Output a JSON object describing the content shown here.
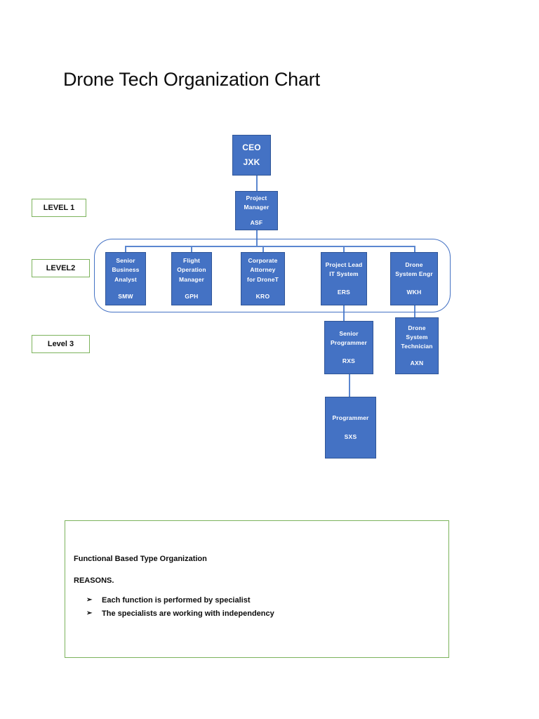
{
  "document": {
    "title": "Drone Tech Organization Chart"
  },
  "colors": {
    "box_fill": "#4472C4",
    "box_border": "#2F5597",
    "connector": "#5B87D0",
    "group_outline": "#4472C4",
    "tag_border": "#7CB35C",
    "panel_border": "#7CB35C",
    "text_dark": "#0D0D0D",
    "box_text": "#FFFFFF"
  },
  "level_tags": [
    {
      "label": "LEVEL 1"
    },
    {
      "label": "LEVEL2"
    },
    {
      "label": "Level 3"
    }
  ],
  "org_chart": {
    "level1": [
      {
        "title": "CEO",
        "code": "JXK"
      },
      {
        "title": "Project\nManager",
        "code": "ASF"
      }
    ],
    "level2": [
      {
        "title": "Senior\nBusiness\nAnalyst",
        "code": "SMW"
      },
      {
        "title": "Flight\nOperation\nManager",
        "code": "GPH"
      },
      {
        "title": "Corporate\nAttorney\nfor DroneT",
        "code": "KRO"
      },
      {
        "title": "Project Lead\nIT System",
        "code": "ERS"
      },
      {
        "title": "Drone\nSystem Engr",
        "code": "WKH"
      }
    ],
    "level3": [
      {
        "title": "Senior\nProgrammer",
        "code": "RXS"
      },
      {
        "title": "Drone\nSystem\nTechnician",
        "code": "AXN"
      }
    ],
    "level4": [
      {
        "title": "Programmer",
        "code": "SXS"
      }
    ]
  },
  "notes": {
    "heading": "Functional Based Type Organization",
    "subheading": "REASONS.",
    "bullet_glyph": "➢",
    "items": [
      "Each function is performed by specialist",
      "The specialists are working with independency"
    ]
  }
}
